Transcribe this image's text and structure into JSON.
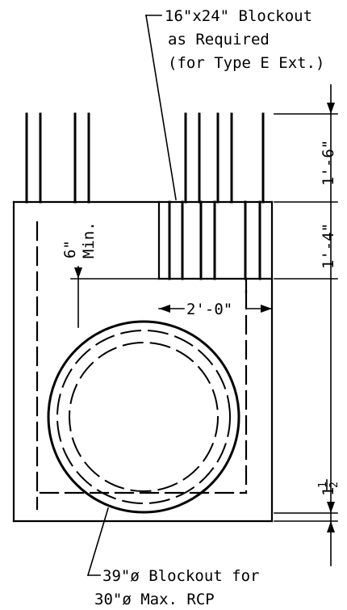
{
  "callouts": {
    "blockout_line1": "16\"x24\" Blockout",
    "blockout_line2": "as Required",
    "blockout_line3": "(for Type E Ext.)",
    "rcp_line1": "39\"ø Blockout for",
    "rcp_line2": "30\"ø Max. RCP"
  },
  "dimensions": {
    "top_right": "1'-6\"",
    "middle_right": "1'-4\"",
    "min_depth": "6\"",
    "min_label": "Min.",
    "width": "2'-0\"",
    "bottom_whole": "1",
    "bottom_num": "1",
    "bottom_den": "2"
  }
}
